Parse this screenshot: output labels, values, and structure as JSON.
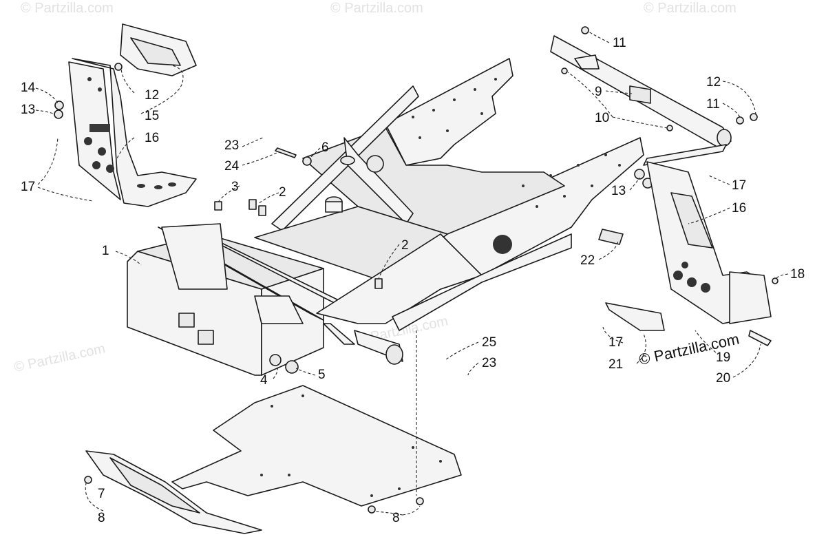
{
  "watermarks": [
    "© Partzilla.com",
    "© Partzilla.com",
    "© Partzilla.com",
    "© Partzilla.com",
    "© Partzilla.com"
  ],
  "copyright": "© Partzilla.com",
  "callouts": {
    "c1": "1",
    "c2a": "2",
    "c2b": "2",
    "c3": "3",
    "c4": "4",
    "c5": "5",
    "c6": "6",
    "c7": "7",
    "c8a": "8",
    "c8b": "8",
    "c9": "9",
    "c10": "10",
    "c11a": "11",
    "c11b": "11",
    "c12a": "12",
    "c12b": "12",
    "c13a": "13",
    "c13b": "13",
    "c14": "14",
    "c15": "15",
    "c16a": "16",
    "c16b": "16",
    "c17a": "17",
    "c17b": "17",
    "c17c": "17",
    "c18": "18",
    "c19": "19",
    "c20": "20",
    "c21": "21",
    "c22": "22",
    "c23a": "23",
    "c23b": "23",
    "c24": "24",
    "c25": "25"
  }
}
